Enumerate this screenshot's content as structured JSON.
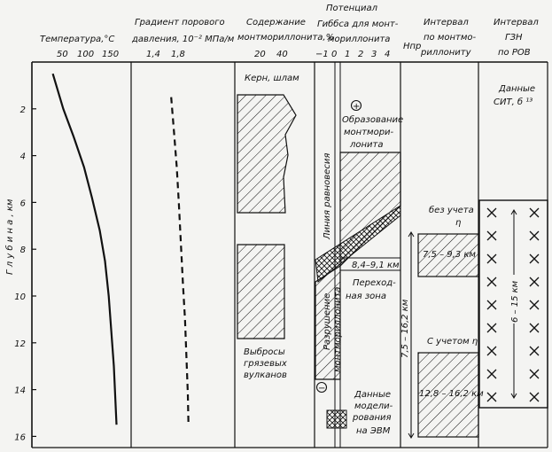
{
  "chart_data": {
    "type": "diagram",
    "y_axis": {
      "label": "Г л у б и н а , км",
      "ticks": [
        "2",
        "4",
        "6",
        "8",
        "10",
        "12",
        "14",
        "16"
      ],
      "range": [
        0,
        16.5
      ]
    },
    "columns": {
      "temperature": {
        "title": "Температура,°С",
        "ticks": [
          "50",
          "100",
          "150"
        ],
        "xlim": [
          0,
          190
        ],
        "curve": [
          [
            40,
            0.5
          ],
          [
            60,
            2.0
          ],
          [
            80,
            3.2
          ],
          [
            100,
            4.5
          ],
          [
            115,
            5.8
          ],
          [
            130,
            7.2
          ],
          [
            140,
            8.5
          ],
          [
            147,
            10.0
          ],
          [
            152,
            11.5
          ],
          [
            157,
            13.0
          ],
          [
            160,
            14.5
          ],
          [
            162,
            15.5
          ]
        ]
      },
      "pore_pressure_gradient": {
        "title_line1": "Градиент порового",
        "title_line2": "давления, 10⁻² МПа/м",
        "ticks": [
          "1,4",
          "1,8"
        ],
        "xlim": [
          1.0,
          2.5
        ],
        "curve": [
          [
            1.58,
            1.5
          ],
          [
            1.62,
            3.0
          ],
          [
            1.66,
            4.5
          ],
          [
            1.69,
            6.0
          ],
          [
            1.72,
            7.8
          ],
          [
            1.75,
            9.5
          ],
          [
            1.78,
            11.0
          ],
          [
            1.8,
            12.6
          ],
          [
            1.82,
            14.2
          ],
          [
            1.83,
            15.5
          ]
        ]
      },
      "montmorillonite_content": {
        "title_line1": "Содержание",
        "title_line2": "монтмориллонита,%",
        "ticks": [
          "20",
          "40"
        ],
        "xlim": [
          0,
          60
        ],
        "core_label": "Керн, шлам",
        "volcano_label_lines": [
          "Выбросы",
          "грязевых",
          "вулканов"
        ]
      },
      "gibbs_potential": {
        "title_line1": "Потенциал",
        "title_line2": "Гиббса для монт-",
        "title_line3": "мориллонита",
        "ticks": [
          "−1",
          "0",
          "1",
          "2",
          "3",
          "4"
        ],
        "xlim": [
          -1.5,
          4.7
        ],
        "equilibrium_label": "Линия равновесия",
        "formation_lines": [
          "Образование",
          "монтмори-",
          "лонита"
        ],
        "plus_sign": "+",
        "minus_sign": "−",
        "destruction_lines": [
          "Разрушение",
          "монтмориллонита"
        ],
        "transition_depth": "8,4–9,1 км",
        "transition_lines": [
          "Переход-",
          "ная зона"
        ],
        "legend_lines": [
          "Данные",
          "модели-",
          "рования",
          "на ЭВМ"
        ]
      },
      "interval_montmorillonite": {
        "title_line1": "Интервал",
        "title_line2": "по монтмо-",
        "title_line3": "риллониту",
        "hpr_label": "Hпр",
        "without_eta_lines": [
          "без учета",
          "η"
        ],
        "range_without": "7,5 – 9,3 км",
        "with_eta": "С учетом η",
        "range_with": "12,8 – 16,2 км",
        "range_total": "7,5 – 16,2 км",
        "bands": [
          [
            7.5,
            9.3
          ],
          [
            12.8,
            16.2
          ]
        ]
      },
      "interval_zn": {
        "title_line1": "Интервал",
        "title_line2": "ГЗН",
        "title_line3": "по РОВ",
        "sit_lines": [
          "Данные",
          "СИТ, б ¹³"
        ],
        "range": "6 – 15 км",
        "band": [
          6,
          15
        ]
      }
    }
  }
}
